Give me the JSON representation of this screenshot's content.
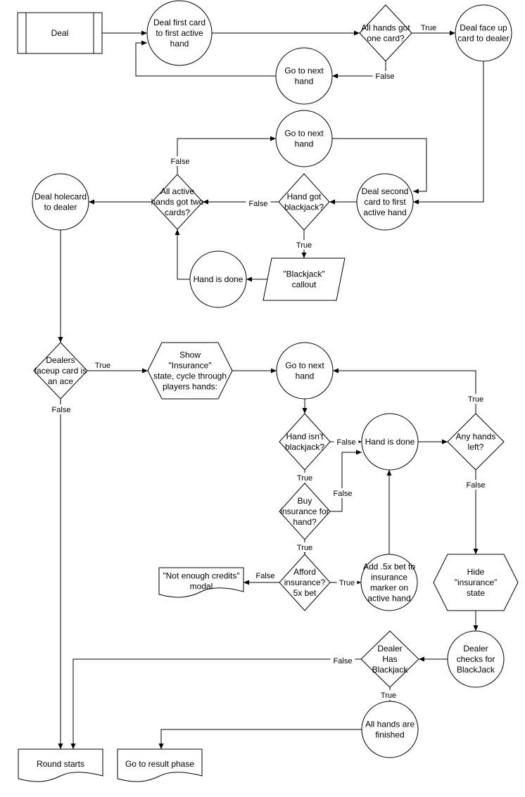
{
  "nodes": [
    {
      "id": "deal",
      "shape": "process",
      "lines": [
        "Deal"
      ]
    },
    {
      "id": "deal_first",
      "shape": "circle",
      "lines": [
        "Deal first card",
        "to first active",
        "hand"
      ]
    },
    {
      "id": "all_one",
      "shape": "diamond",
      "lines": [
        "All hands got",
        "one card?"
      ]
    },
    {
      "id": "faceup_dealer",
      "shape": "circle",
      "lines": [
        "Deal face up",
        "card to dealer"
      ]
    },
    {
      "id": "next_hand_1",
      "shape": "circle",
      "lines": [
        "Go to next",
        "hand"
      ]
    },
    {
      "id": "next_hand_2",
      "shape": "circle",
      "lines": [
        "Go to next",
        "hand"
      ]
    },
    {
      "id": "deal_second",
      "shape": "circle",
      "lines": [
        "Deal second",
        "card to first",
        "active hand"
      ]
    },
    {
      "id": "got_bj",
      "shape": "diamond",
      "lines": [
        "Hand got",
        "blackjack?"
      ]
    },
    {
      "id": "all_two",
      "shape": "diamond",
      "lines": [
        "All active",
        "hands got two",
        "cards?"
      ]
    },
    {
      "id": "holecard",
      "shape": "circle",
      "lines": [
        "Deal holecard",
        "to dealer"
      ]
    },
    {
      "id": "bj_callout",
      "shape": "parallelogram",
      "lines": [
        "\"Blackjack\"",
        "callout"
      ]
    },
    {
      "id": "hand_done_1",
      "shape": "circle",
      "lines": [
        "Hand is done"
      ]
    },
    {
      "id": "dealer_ace",
      "shape": "diamond",
      "lines": [
        "Dealers",
        "faceup card is",
        "an ace"
      ]
    },
    {
      "id": "show_insurance",
      "shape": "hexagon",
      "lines": [
        "Show",
        "\"Insurance\"",
        "state, cycle through",
        "players hands:"
      ]
    },
    {
      "id": "next_hand_3",
      "shape": "circle",
      "lines": [
        "Go to next",
        "hand"
      ]
    },
    {
      "id": "not_bj",
      "shape": "diamond",
      "lines": [
        "Hand isn't",
        "blackjack?"
      ]
    },
    {
      "id": "hand_done_2",
      "shape": "circle",
      "lines": [
        "Hand is done"
      ]
    },
    {
      "id": "any_left",
      "shape": "diamond",
      "lines": [
        "Any hands",
        "left?"
      ]
    },
    {
      "id": "buy_ins",
      "shape": "diamond",
      "lines": [
        "Buy",
        "insurance for",
        "hand?"
      ]
    },
    {
      "id": "afford",
      "shape": "diamond",
      "lines": [
        "Afford",
        "insurance?",
        "5x bet"
      ]
    },
    {
      "id": "not_enough",
      "shape": "document",
      "lines": [
        "\"Not enough credits\"",
        "modal"
      ]
    },
    {
      "id": "add_bet",
      "shape": "circle",
      "lines": [
        "Add .5x bet to",
        "insurance",
        "marker on",
        "active hand"
      ]
    },
    {
      "id": "hide_ins",
      "shape": "hexagon",
      "lines": [
        "Hide",
        "\"insurance\"",
        "state"
      ]
    },
    {
      "id": "dealer_checks",
      "shape": "circle",
      "lines": [
        "Dealer",
        "checks for",
        "BlackJack"
      ]
    },
    {
      "id": "dealer_has_bj",
      "shape": "diamond",
      "lines": [
        "Dealer",
        "Has",
        "Blackjack"
      ]
    },
    {
      "id": "all_finished",
      "shape": "circle",
      "lines": [
        "All hands are",
        "finished"
      ]
    },
    {
      "id": "round_starts",
      "shape": "document",
      "lines": [
        "Round starts"
      ]
    },
    {
      "id": "result_phase",
      "shape": "document",
      "lines": [
        "Go to result phase"
      ]
    }
  ],
  "edges": [
    {
      "id": "deal_to_first",
      "from": "deal",
      "to": "deal_first",
      "label": ""
    },
    {
      "id": "first_to_check",
      "from": "deal_first",
      "to": "all_one",
      "label": ""
    },
    {
      "id": "check_true",
      "from": "all_one",
      "to": "faceup_dealer",
      "label": "True"
    },
    {
      "id": "check_false",
      "from": "all_one",
      "to": "next_hand_1",
      "label": "False"
    },
    {
      "id": "next1_to_first",
      "from": "next_hand_1",
      "to": "deal_first",
      "label": ""
    },
    {
      "id": "faceup_to_second",
      "from": "faceup_dealer",
      "to": "deal_second",
      "label": ""
    },
    {
      "id": "second_to_bj",
      "from": "deal_second",
      "to": "got_bj",
      "label": ""
    },
    {
      "id": "bj_false",
      "from": "got_bj",
      "to": "all_two",
      "label": "False"
    },
    {
      "id": "bj_true",
      "from": "got_bj",
      "to": "bj_callout",
      "label": "True"
    },
    {
      "id": "callout_to_done",
      "from": "bj_callout",
      "to": "hand_done_1",
      "label": ""
    },
    {
      "id": "done1_to_alltwo",
      "from": "hand_done_1",
      "to": "all_two",
      "label": ""
    },
    {
      "id": "alltwo_false",
      "from": "all_two",
      "to": "next_hand_2",
      "label": "False"
    },
    {
      "id": "next2_to_second",
      "from": "next_hand_2",
      "to": "deal_second",
      "label": ""
    },
    {
      "id": "alltwo_to_hole",
      "from": "all_two",
      "to": "holecard",
      "label": ""
    },
    {
      "id": "hole_to_ace",
      "from": "holecard",
      "to": "dealer_ace",
      "label": ""
    },
    {
      "id": "ace_true",
      "from": "dealer_ace",
      "to": "show_insurance",
      "label": "True"
    },
    {
      "id": "ace_false",
      "from": "dealer_ace",
      "to": "round_starts",
      "label": "False"
    },
    {
      "id": "show_to_next3",
      "from": "show_insurance",
      "to": "next_hand_3",
      "label": ""
    },
    {
      "id": "next3_to_notbj",
      "from": "next_hand_3",
      "to": "not_bj",
      "label": ""
    },
    {
      "id": "notbj_false",
      "from": "not_bj",
      "to": "hand_done_2",
      "label": "False"
    },
    {
      "id": "notbj_true",
      "from": "not_bj",
      "to": "buy_ins",
      "label": "True"
    },
    {
      "id": "buy_false",
      "from": "buy_ins",
      "to": "hand_done_2",
      "label": "False"
    },
    {
      "id": "buy_true",
      "from": "buy_ins",
      "to": "afford",
      "label": "True"
    },
    {
      "id": "afford_false",
      "from": "afford",
      "to": "not_enough",
      "label": "False"
    },
    {
      "id": "afford_true",
      "from": "afford",
      "to": "add_bet",
      "label": "True"
    },
    {
      "id": "addbet_to_done2",
      "from": "add_bet",
      "to": "hand_done_2",
      "label": ""
    },
    {
      "id": "done2_to_any",
      "from": "hand_done_2",
      "to": "any_left",
      "label": ""
    },
    {
      "id": "any_true",
      "from": "any_left",
      "to": "next_hand_3",
      "label": "True"
    },
    {
      "id": "any_false",
      "from": "any_left",
      "to": "hide_ins",
      "label": "False"
    },
    {
      "id": "hide_to_checks",
      "from": "hide_ins",
      "to": "dealer_checks",
      "label": ""
    },
    {
      "id": "checks_to_has",
      "from": "dealer_checks",
      "to": "dealer_has_bj",
      "label": ""
    },
    {
      "id": "has_false",
      "from": "dealer_has_bj",
      "to": "round_starts",
      "label": "False"
    },
    {
      "id": "has_true",
      "from": "dealer_has_bj",
      "to": "all_finished",
      "label": "True"
    },
    {
      "id": "finished_to_result",
      "from": "all_finished",
      "to": "result_phase",
      "label": ""
    }
  ]
}
